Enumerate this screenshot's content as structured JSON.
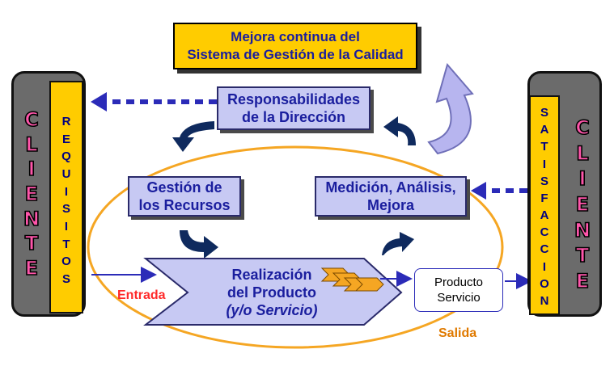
{
  "title": {
    "line1": "Mejora continua del",
    "line2": "Sistema de Gestión de la Calidad"
  },
  "left_client": {
    "client_letters": [
      "C",
      "L",
      "I",
      "E",
      "N",
      "T",
      "E"
    ],
    "strip_letters": [
      "R",
      "E",
      "Q",
      "U",
      "I",
      "S",
      "I",
      "T",
      "O",
      "S"
    ]
  },
  "right_client": {
    "client_letters": [
      "C",
      "L",
      "I",
      "E",
      "N",
      "T",
      "E"
    ],
    "strip_letters": [
      "S",
      "A",
      "T",
      "I",
      "S",
      "F",
      "A",
      "C",
      "C",
      "I",
      "O",
      "N"
    ]
  },
  "boxes": {
    "responsabilidades": {
      "line1": "Responsabilidades",
      "line2": "de la Dirección"
    },
    "gestion": {
      "line1": "Gestión de",
      "line2": "los Recursos"
    },
    "medicion": {
      "line1": "Medición, Análisis,",
      "line2": "Mejora"
    },
    "realizacion": {
      "line1": "Realización",
      "line2": "del Producto",
      "line3": "(y/o Servicio)"
    },
    "producto": {
      "line1": "Producto",
      "line2": "Servicio"
    }
  },
  "labels": {
    "entrada": "Entrada",
    "salida": "Salida"
  },
  "colors": {
    "box_fill": "#c7c9f3",
    "text_blue": "#1a1e9e",
    "yellow": "#ffcc00",
    "ellipse": "#f5a623",
    "client_letters": "#ff55aa"
  }
}
